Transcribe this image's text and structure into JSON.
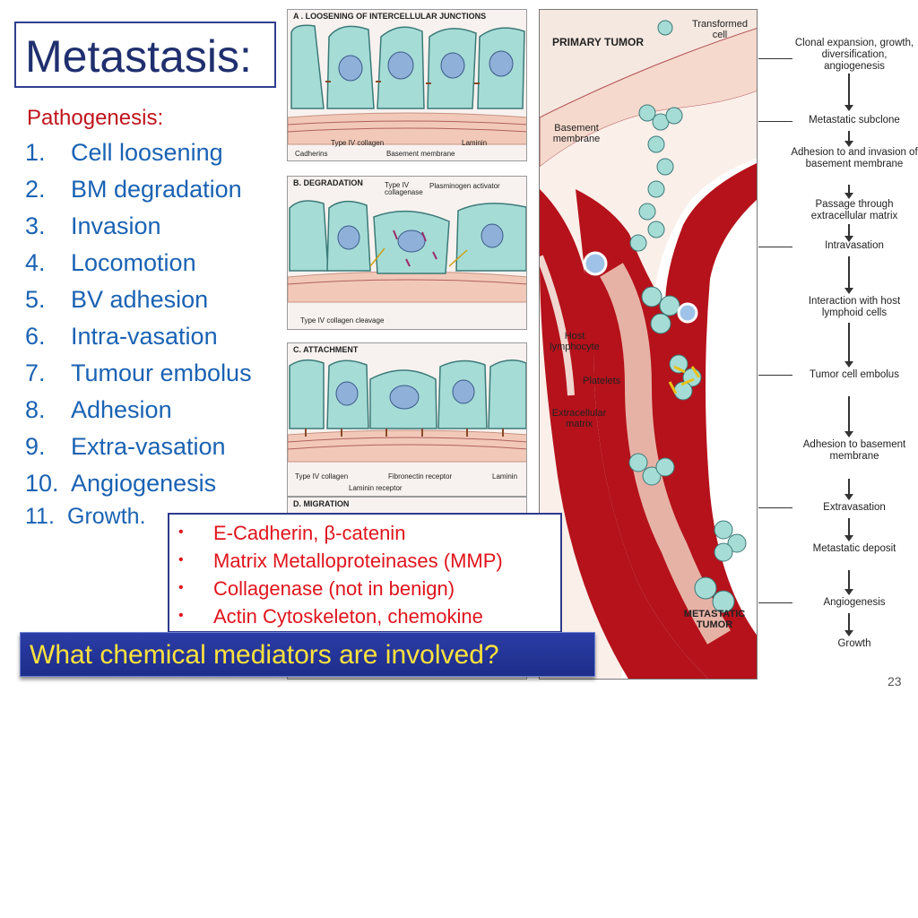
{
  "slide": {
    "title": "Metastasis:",
    "subtitle": "Pathogenesis:",
    "steps": [
      {
        "num": "1.",
        "text": "Cell loosening"
      },
      {
        "num": "2.",
        "text": "BM degradation"
      },
      {
        "num": "3.",
        "text": "Invasion"
      },
      {
        "num": "4.",
        "text": "Locomotion"
      },
      {
        "num": "5.",
        "text": "BV adhesion"
      },
      {
        "num": "6.",
        "text": "Intra-vasation"
      },
      {
        "num": "7.",
        "text": "Tumour embolus"
      },
      {
        "num": "8.",
        "text": "Adhesion"
      },
      {
        "num": "9.",
        "text": "Extra-vasation"
      },
      {
        "num": "10.",
        "text": "Angiogenesis"
      },
      {
        "num": "11.",
        "text": "Growth."
      }
    ],
    "mediators": [
      "E-Cadherin, β-catenin",
      "Matrix Metalloproteinases (MMP)",
      "Collagenase (not in benign)",
      "Actin Cytoskeleton, chemokine"
    ],
    "bullet": "•",
    "question": "What chemical mediators are involved?",
    "page_number": "23"
  },
  "panels": {
    "a": {
      "title": "A . LOOSENING OF INTERCELLULAR JUNCTIONS",
      "labels": [
        "Cadherins",
        "Type IV collagen",
        "Basement membrane",
        "Laminin"
      ]
    },
    "b": {
      "title": "B. DEGRADATION",
      "labels": [
        "Type IV collagenase",
        "Plasminogen activator",
        "Type IV collagen cleavage"
      ]
    },
    "c": {
      "title": "C. ATTACHMENT",
      "labels": [
        "Type IV collagen",
        "Fibronectin receptor",
        "Laminin",
        "Laminin receptor"
      ]
    },
    "d": {
      "title": "D. MIGRATION"
    }
  },
  "diagram": {
    "primary_tumor": "PRIMARY TUMOR",
    "transformed_cell": "Transformed cell",
    "basement_membrane": "Basement membrane",
    "host_lymphocyte": "Host lymphocyte",
    "platelets": "Platelets",
    "extracellular_matrix": "Extracellular matrix",
    "metastatic_tumor": "METASTATIC TUMOR"
  },
  "flow": [
    "Clonal expansion, growth, diversification, angiogenesis",
    "Metastatic subclone",
    "Adhesion to and invasion of basement membrane",
    "Passage through extracellular matrix",
    "Intravasation",
    "Interaction with host lymphoid cells",
    "Tumor cell embolus",
    "Adhesion to basement membrane",
    "Extravasation",
    "Metastatic deposit",
    "Angiogenesis",
    "Growth"
  ],
  "colors": {
    "title_text": "#1f2f6e",
    "subtitle": "#c0141c",
    "steps": "#1a62b3",
    "mediators": "#e0141c",
    "question_bg": "#2b3da6",
    "question_text": "#ffe23c",
    "vessel": "#b5121b",
    "cells": "#9fd8d2"
  }
}
